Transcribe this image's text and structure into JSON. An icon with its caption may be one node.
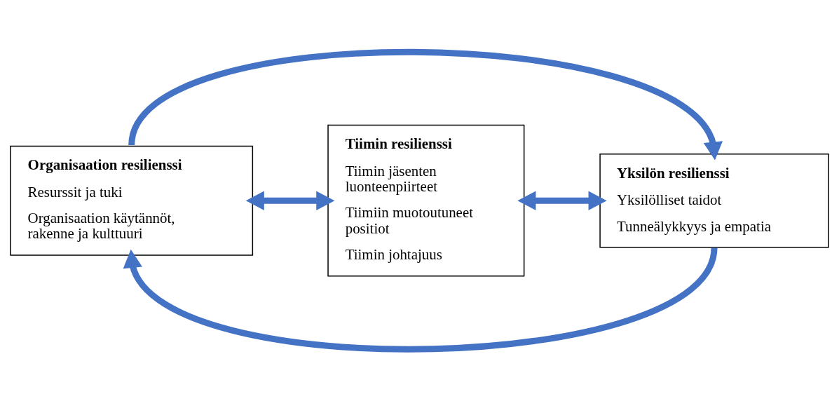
{
  "diagram": {
    "nodes": [
      {
        "text": [
          "Organisaation resilienssi",
          "Resurssit ja tuki",
          "Organisaation käytännöt, rakenne ja kulttuuri"
        ]
      },
      {
        "text": [
          "Tiimin resilienssi",
          "Tiimin jäsenten luonteenpiirteet",
          "Tiimiin muotoutuneet positiot",
          "Tiimin johtajuus"
        ]
      },
      {
        "text": [
          "Yksilön resilienssi",
          "Yksilölliset taidot",
          "Tunneälykkyys ja empatia"
        ]
      }
    ],
    "edges": [
      {
        "from": 0,
        "to": 2,
        "arrow": "to"
      },
      {
        "from": 0,
        "to": 1,
        "arrow": "both"
      },
      {
        "from": 1,
        "to": 2,
        "arrow": "both"
      },
      {
        "from": 2,
        "to": 0,
        "arrow": "to"
      }
    ]
  }
}
